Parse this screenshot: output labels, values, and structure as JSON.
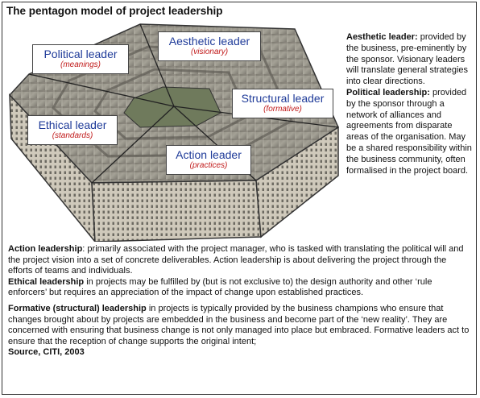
{
  "title": "The pentagon model of project leadership",
  "labels": {
    "aesthetic": {
      "title": "Aesthetic leader",
      "subtitle": "(visionary)"
    },
    "political": {
      "title": "Political leader",
      "subtitle": "(meanings)"
    },
    "structural": {
      "title": "Structural leader",
      "subtitle": "(formative)"
    },
    "ethical": {
      "title": "Ethical leader",
      "subtitle": "(standards)"
    },
    "action": {
      "title": "Action leader",
      "subtitle": "(practices)"
    }
  },
  "right_notes": {
    "aesthetic_heading": "Aesthetic leader:",
    "aesthetic_text": " provided by the business, pre-eminently by the sponsor. Visionary leaders will translate general strategies into clear directions.",
    "political_heading": "Political leadership:",
    "political_text": " provided by the sponsor through a network of alliances and agreements from disparate areas of the organisation. May be a shared responsibility within the business community, often formalised in the project board."
  },
  "bottom_notes": {
    "action_heading": "Action leadership",
    "action_text": ":  primarily associated with the project manager, who is tasked with translating the political will and the project vision into a set of concrete deliverables.  Action leadership is about delivering the project through the efforts of teams and individuals.",
    "ethical_heading": "Ethical leadership",
    "ethical_text": " in projects may be fulfilled by (but is not exclusive to) the design authority and other ‘rule enforcers’ but requires an appreciation of the impact of change upon established practices.",
    "formative_heading": "Formative (structural) leadership",
    "formative_text": " in projects is typically provided by the business champions who ensure that changes brought about by projects are embedded in the business and become part of the ‘new reality’. They are concerned with ensuring that business change is not only managed into place but embraced. Formative leaders act to ensure that the reception of change supports the original intent;",
    "source": "Source, CITI, 2003"
  }
}
